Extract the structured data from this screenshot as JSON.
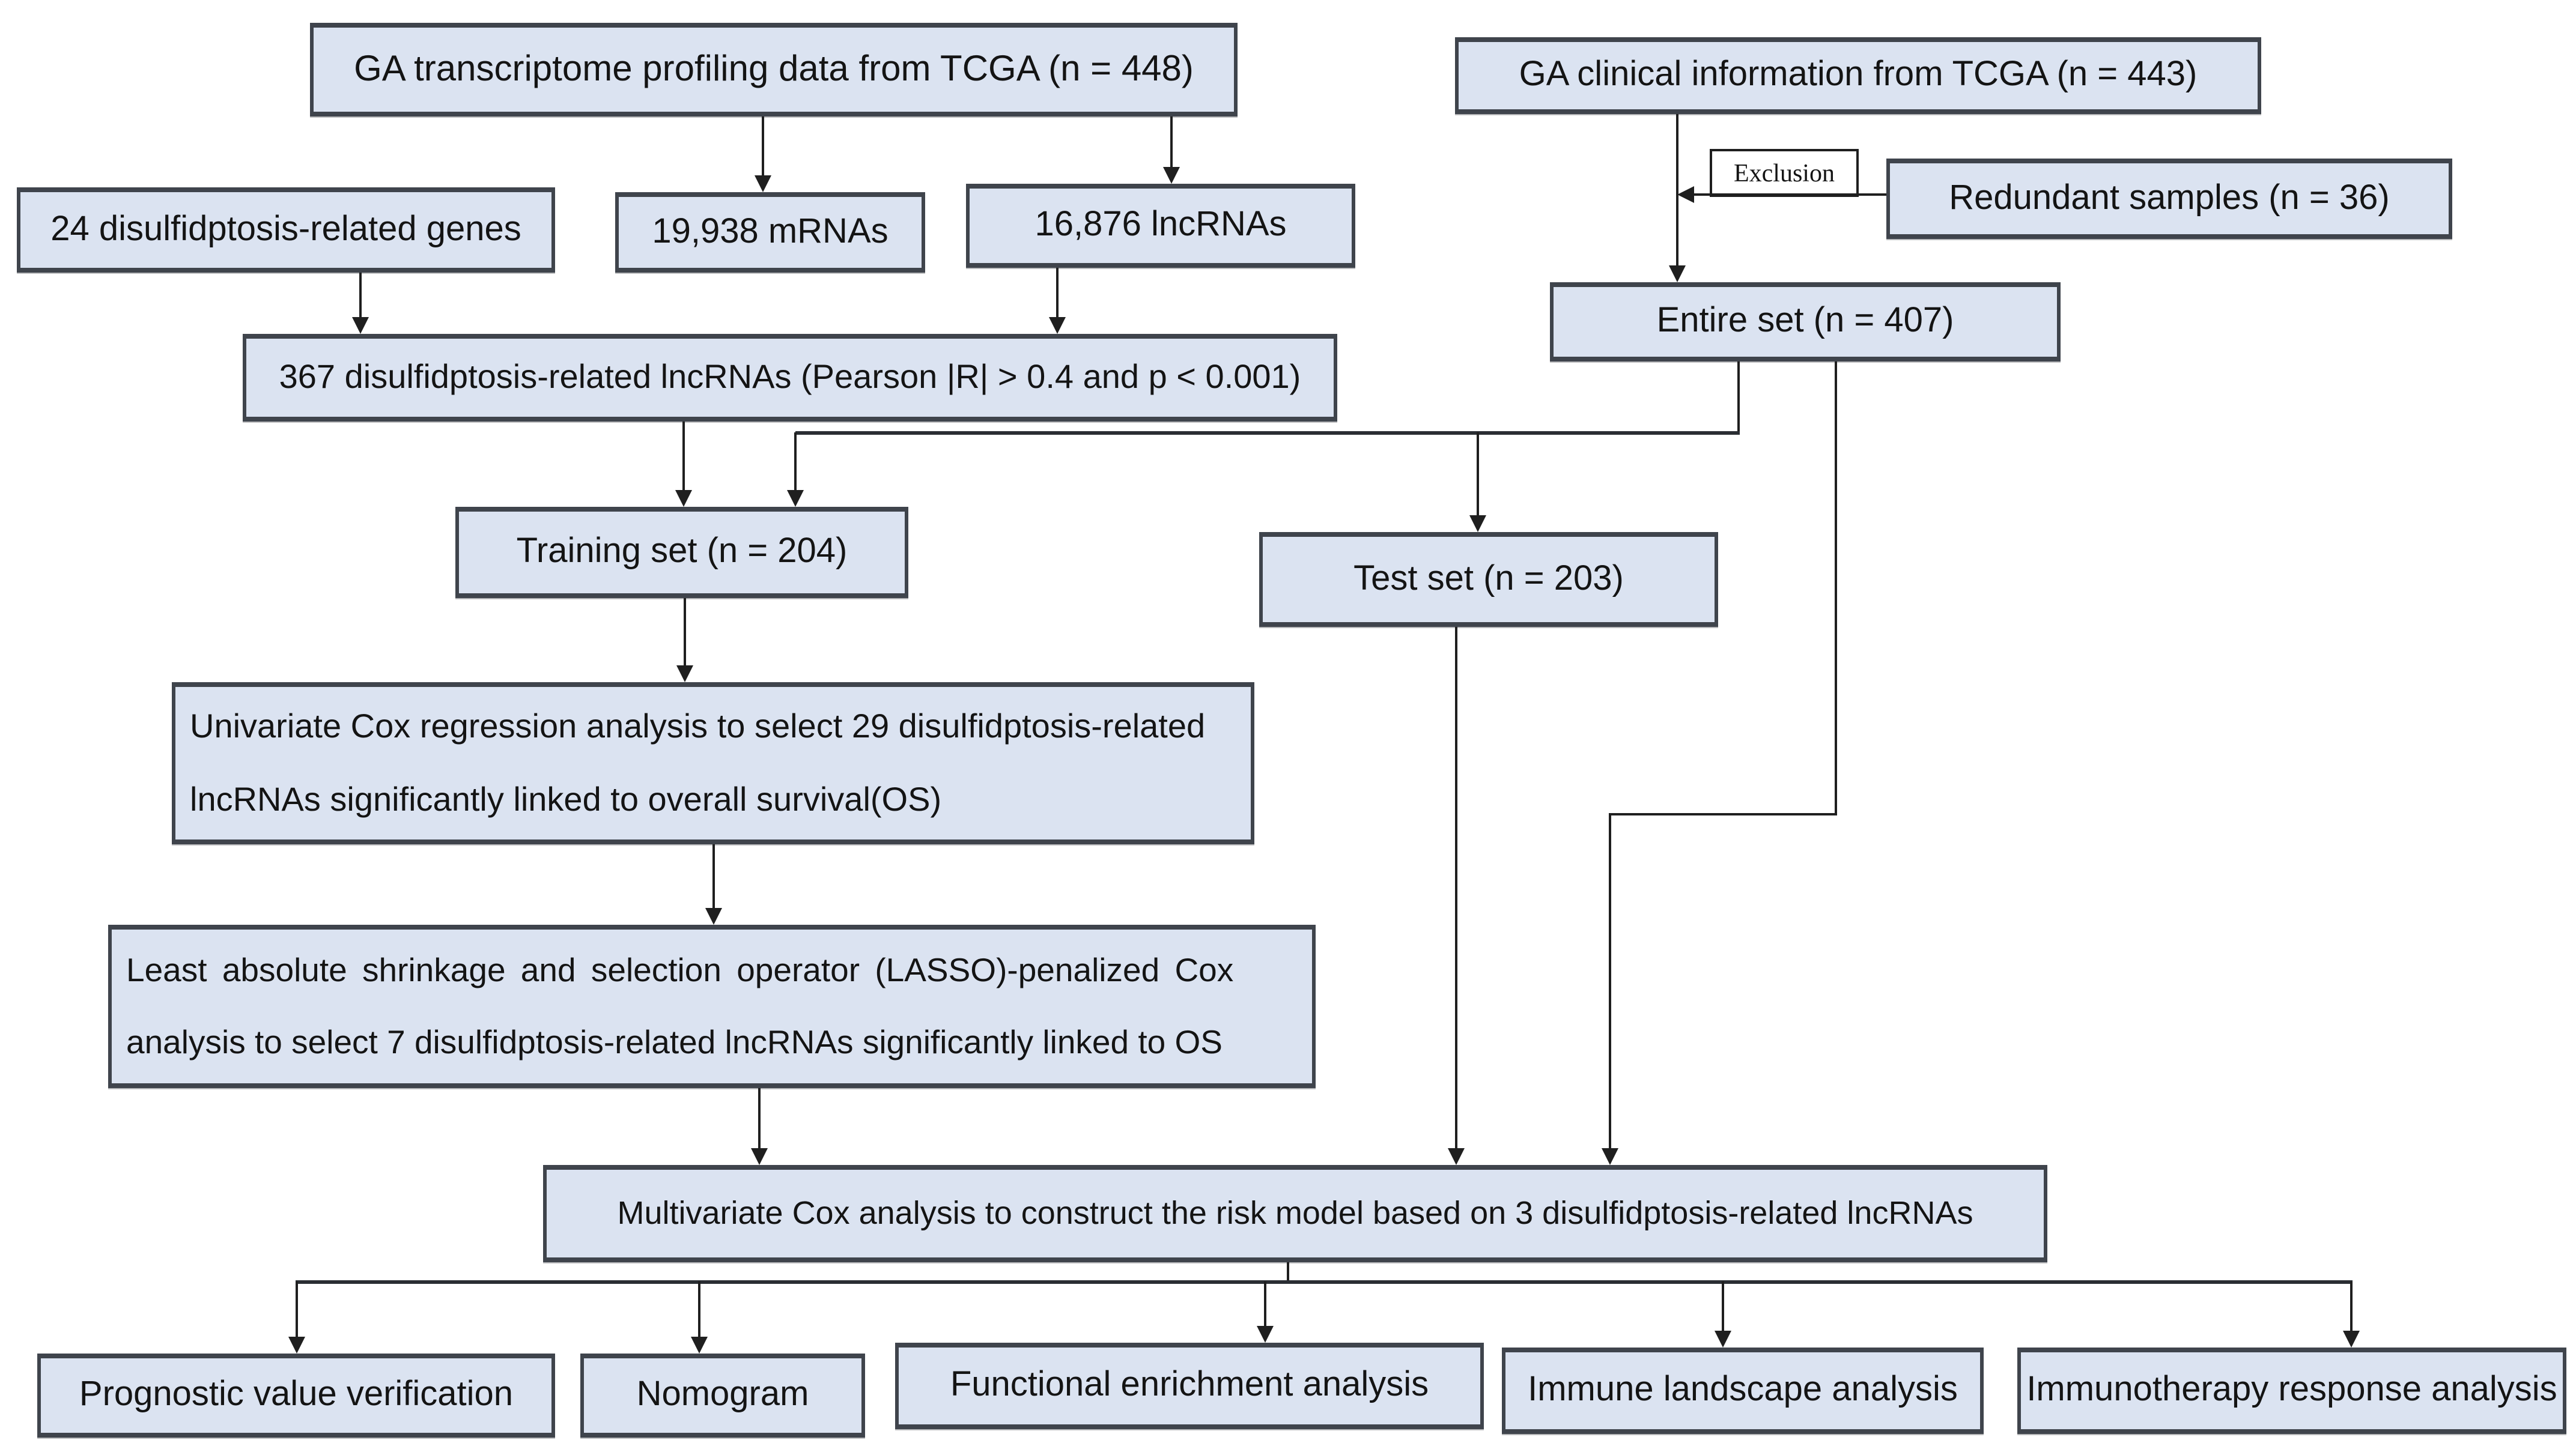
{
  "figure": {
    "type": "study-flowchart",
    "colors": {
      "box_fill": "#dbe3f1",
      "box_border": "#3f444c",
      "connector": "#1f1f1f",
      "background": "#ffffff"
    }
  },
  "nodes": {
    "transcriptome": "GA transcriptome profiling data from TCGA  (n = 448)",
    "clinical": "GA clinical information from TCGA (n = 443)",
    "genes24": "24 disulfidptosis-related genes",
    "mrnas": "19,938 mRNAs",
    "lncrnas": "16,876 lncRNAs",
    "exclusion": "Exclusion",
    "redundant": "Redundant samples (n = 36)",
    "entire": "Entire set (n = 407)",
    "lnc367": "367 disulfidptosis-related lncRNAs (Pearson |R| > 0.4 and p < 0.001)",
    "training": "Training set (n = 204)",
    "test": "Test set (n = 203)",
    "univariate_line1": "Univariate Cox regression analysis to select 29 disulfidptosis-related",
    "univariate_line2": "lncRNAs significantly linked to overall survival(OS)",
    "lasso_line1": "Least absolute shrinkage and selection operator (LASSO)-penalized Cox",
    "lasso_line2": "analysis to select 7 disulfidptosis-related lncRNAs significantly linked to OS",
    "multivariate": "Multivariate Cox analysis to construct the risk model based on 3 disulfidptosis-related lncRNAs",
    "outcome_prognostic": "Prognostic value verification",
    "outcome_nomogram": "Nomogram",
    "outcome_functional": "Functional enrichment analysis",
    "outcome_immune": "Immune landscape analysis",
    "outcome_immunotherapy": "Immunotherapy response analysis"
  }
}
